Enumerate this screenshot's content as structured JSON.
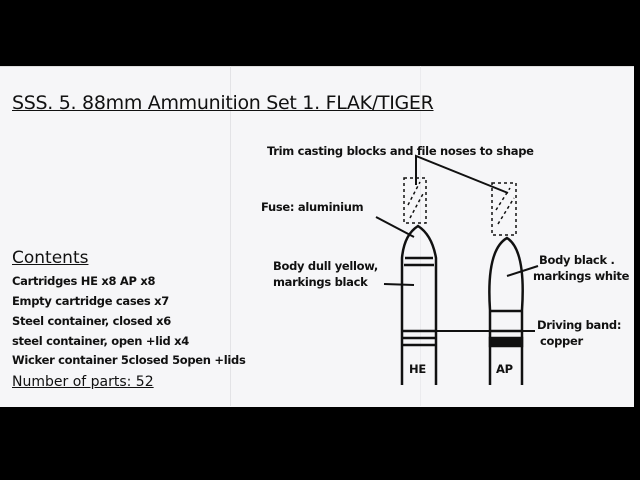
{
  "title": "SSS. 5. 88mm Ammunition Set 1. FLAK/TIGER",
  "contents": {
    "heading": "Contents",
    "items": [
      "Cartridges HE x8 AP x8",
      "Empty cartridge cases x7",
      "Steel container, closed x6",
      "steel container, open +lid x4",
      "Wicker container 5closed 5open +lids"
    ],
    "parts_count": "Number of parts: 52"
  },
  "diagram": {
    "trim_note": "Trim casting blocks and file noses to shape",
    "fuse": "Fuse: aluminium",
    "he_body_1": "Body dull yellow,",
    "he_body_2": "markings black",
    "ap_body_1": "Body black .",
    "ap_body_2": "markings white",
    "band_1": "Driving band:",
    "band_2": "copper",
    "he_label": "HE",
    "ap_label": "AP"
  }
}
